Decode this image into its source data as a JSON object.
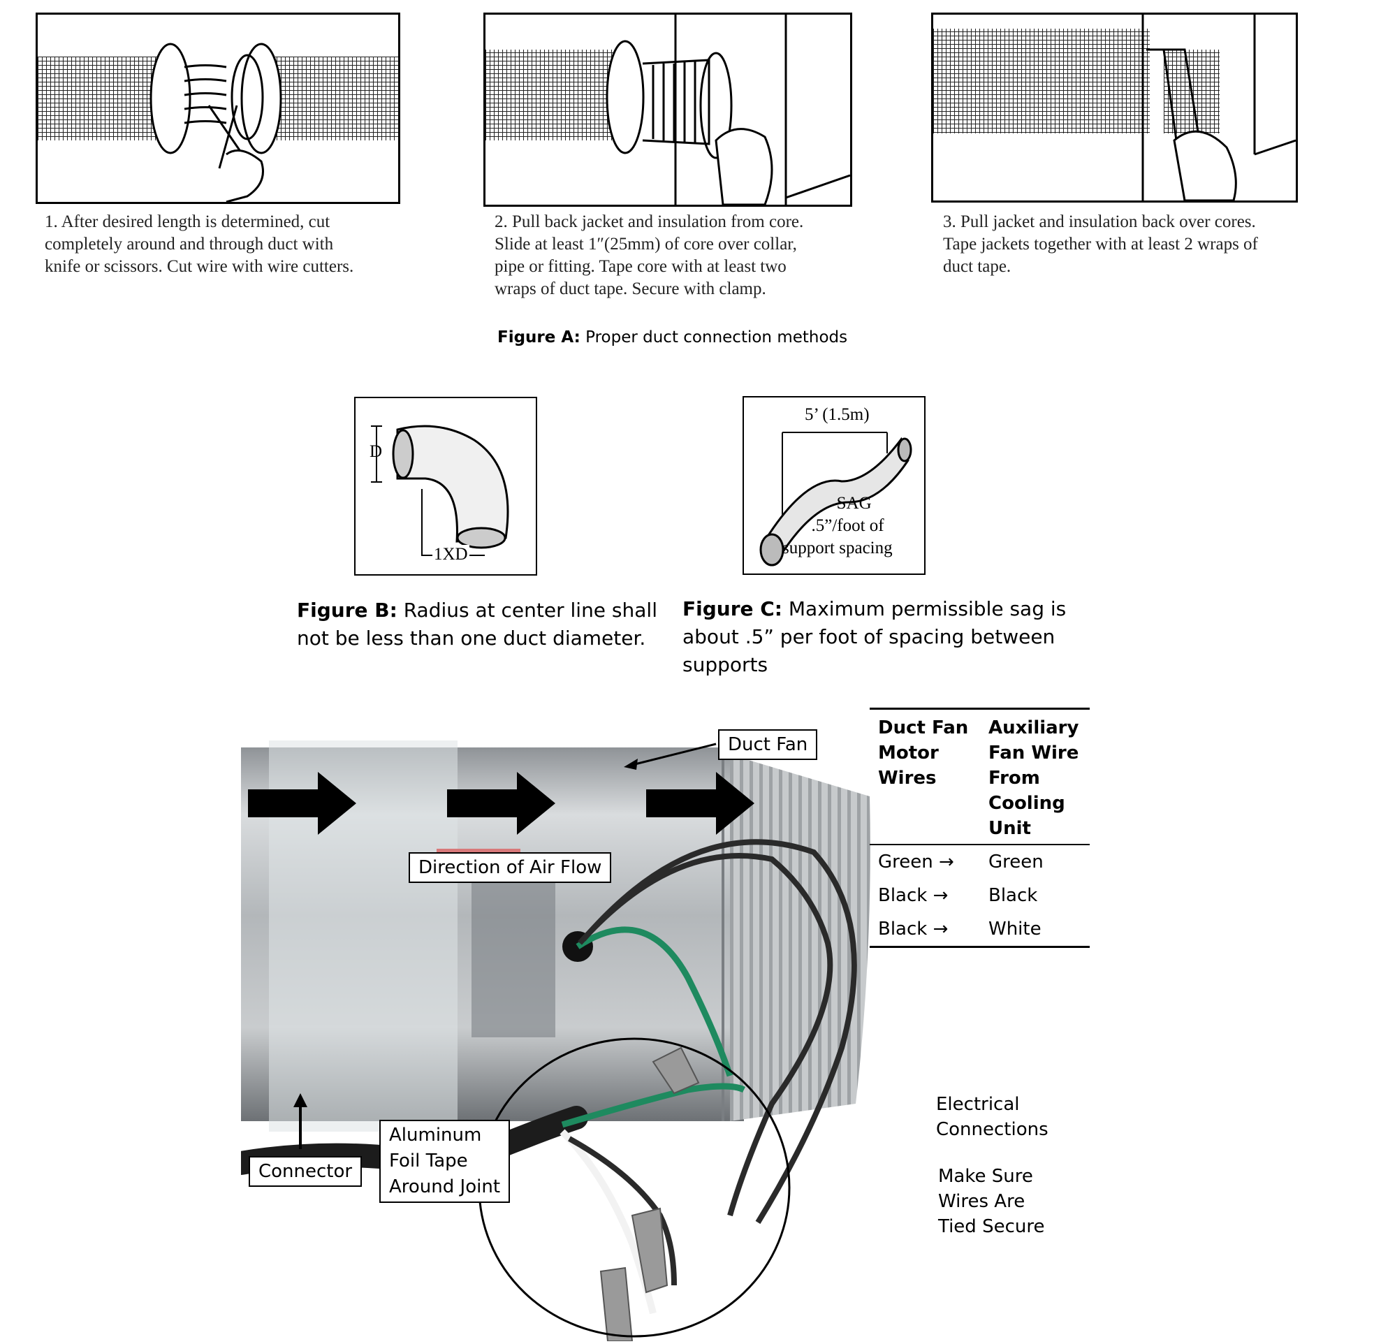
{
  "steps": [
    {
      "lines": [
        "1. After desired length is determined, cut",
        "completely around and through duct with",
        "knife or scissors. Cut wire with wire cutters."
      ]
    },
    {
      "lines": [
        "2. Pull back jacket and insulation from core.",
        "Slide at least 1″(25mm) of core over collar,",
        "pipe or fitting. Tape core with at least two",
        "wraps of duct tape. Secure with clamp."
      ]
    },
    {
      "lines": [
        "3. Pull jacket and insulation back over cores.",
        "Tape jackets together with at least 2 wraps of",
        "duct tape."
      ]
    }
  ],
  "figure_a": {
    "label": "Figure A:",
    "text": " Proper duct connection methods"
  },
  "figure_b": {
    "d_label": "D",
    "dim_label": "1XD",
    "caption_label": "Figure B:",
    "caption_lines": [
      " Radius at center line shall",
      "not be less than one duct diameter."
    ]
  },
  "figure_c": {
    "span_label": "5’ (1.5m)",
    "sag_lines": [
      "SAG",
      ".5”/foot of",
      "support spacing"
    ],
    "caption_label": "Figure C:",
    "caption_lines": [
      " Maximum permissible sag is",
      "about .5” per foot of spacing between",
      "supports"
    ]
  },
  "photo": {
    "duct_fan": "Duct Fan",
    "air_flow": "Direction of Air Flow",
    "connector": "Connector",
    "foil_tape": [
      "Aluminum",
      "Foil Tape",
      "Around Joint"
    ],
    "electrical": [
      "Electrical",
      "Connections"
    ],
    "secure": [
      "Make Sure",
      "Wires Are",
      "Tied Secure"
    ]
  },
  "wiring_table": {
    "headers": [
      [
        "Duct Fan",
        "Motor",
        "Wires"
      ],
      [
        "Auxiliary",
        "Fan Wire",
        "From",
        "Cooling",
        "Unit"
      ]
    ],
    "rows": [
      {
        "from": "Green →",
        "to": "Green"
      },
      {
        "from": "Black →",
        "to": "Black"
      },
      {
        "from": "Black →",
        "to": "White"
      }
    ]
  },
  "colors": {
    "duct_metal": "#b9bcbf",
    "wire_green": "#1e8a5f",
    "wire_black": "#2a2a2a",
    "nut_gray": "#9a9a9a"
  }
}
